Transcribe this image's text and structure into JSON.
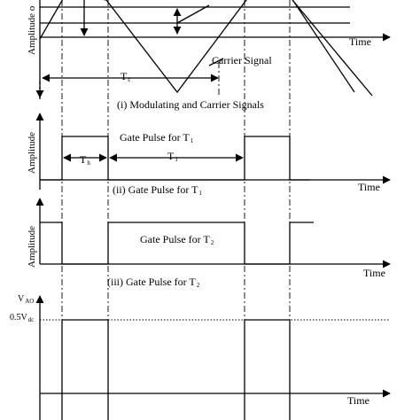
{
  "panels": {
    "p1": {
      "ylabel": "Amplitude o",
      "time_label": "Time",
      "carrier_label": "Carrier Signal",
      "period_label": "T",
      "period_sub": "c",
      "caption": "(i) Modulating and Carrier Signals"
    },
    "p2": {
      "ylabel": "Amplitude",
      "time_label": "Time",
      "gate_label": "Gate Pulse for T",
      "gate_sub": "1",
      "th_label": "T",
      "th_sub": "h",
      "t1_label": "T",
      "t1_sub": "1",
      "caption": "(ii) Gate Pulse for T",
      "caption_sub": "1"
    },
    "p3": {
      "ylabel": "Amplitude",
      "time_label": "Time",
      "gate_label": "Gate Pulse for T",
      "gate_sub": "2",
      "caption": "(iii) Gate Pulse for T",
      "caption_sub": "2"
    },
    "p4": {
      "vao_label": "V",
      "vao_sub": "AO",
      "vdc_label": "0.5V",
      "vdc_sub": "dc",
      "time_label": "Time"
    }
  },
  "colors": {
    "ink": "#000000",
    "background": "#ffffff"
  }
}
